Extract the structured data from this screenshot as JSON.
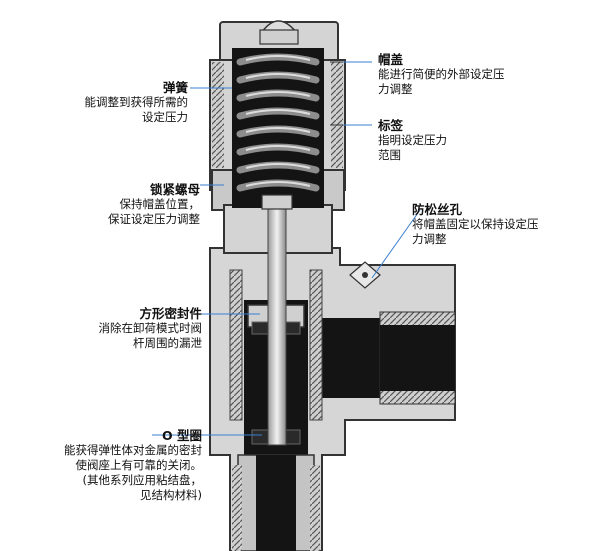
{
  "callouts": {
    "cap": {
      "title": "帽盖",
      "desc": "能进行简便的外部设定压\n力调整"
    },
    "label": {
      "title": "标签",
      "desc": "指明设定压力\n范围"
    },
    "antiloose": {
      "title": "防松丝孔",
      "desc": "将帽盖固定以保持设定压\n力调整"
    },
    "spring": {
      "title": "弹簧",
      "desc": "能调整到获得所需的\n设定压力"
    },
    "locknut": {
      "title": "锁紧螺母",
      "desc": "保持帽盖位置，\n保证设定压力调整"
    },
    "squareseal": {
      "title": "方形密封件",
      "desc": "消除在卸荷模式时阀\n杆周围的漏泄"
    },
    "oring": {
      "title": "O 型圈",
      "desc": "能获得弹性体对金属的密封\n使阀座上有可靠的关闭。\n(其他系列应用粘结盘，\n见结构材料)"
    }
  },
  "colors": {
    "body": "#d4d4d4",
    "dark": "#141414",
    "line": "#3a7fd0",
    "spring": "#8a8a8a"
  }
}
